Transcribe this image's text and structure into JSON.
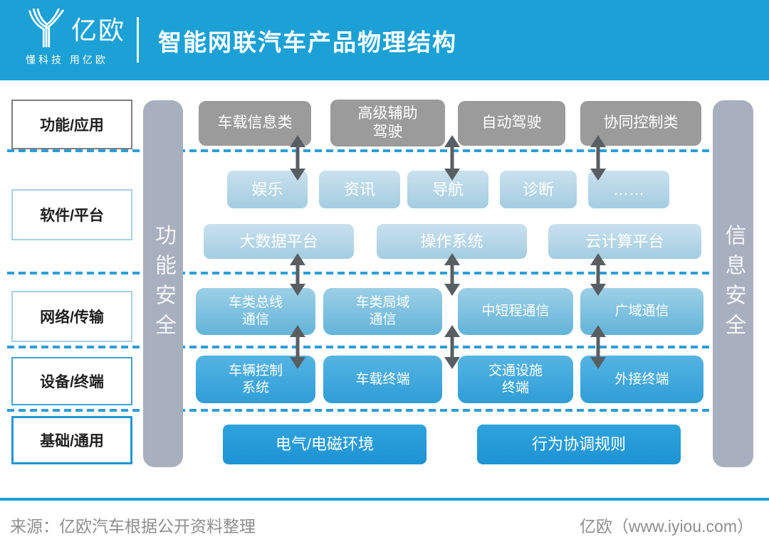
{
  "header": {
    "brand": "亿欧",
    "tagline": "懂科技 用亿欧",
    "title": "智能网联汽车产品物理结构"
  },
  "layers": {
    "l1": "功能/应用",
    "l2": "软件/平台",
    "l3": "网络/传输",
    "l4": "设备/终端",
    "l5": "基础/通用"
  },
  "pillars": {
    "left": "功能安全",
    "right": "信息安全"
  },
  "nodes": {
    "applications": [
      "车载信息类",
      "高级辅助\n驾驶",
      "自动驾驶",
      "协同控制类"
    ],
    "app_functions": [
      "娱乐",
      "资讯",
      "导航",
      "诊断",
      "……"
    ],
    "platforms": [
      "大数据平台",
      "操作系统",
      "云计算平台"
    ],
    "network": [
      "车类总线\n通信",
      "车类局域\n通信",
      "中短程通信",
      "广域通信"
    ],
    "devices": [
      "车辆控制\n系统",
      "车载终端",
      "交通设施\n终端",
      "外接终端"
    ],
    "foundation": [
      "电气/电磁环境",
      "行为协调规则"
    ]
  },
  "footer": {
    "source": "来源：亿欧汽车根据公开资料整理",
    "brand": "亿欧（www.iyiou.com）"
  },
  "colors": {
    "header_bg": "#1BA1D6",
    "application_box": "#9B9B9B",
    "software_box_top": "#C9E1EE",
    "software_box_bottom": "#A3CDE1",
    "network_box_top": "#9DD0E7",
    "network_box_bottom": "#62B3D9",
    "device_box_top": "#55B4E3",
    "device_box_bottom": "#2F9ED7",
    "foundation_box_top": "#2EA3DE",
    "foundation_box_bottom": "#1E93D2",
    "pillar_bg": "#A8AFBE",
    "dashed_line": "#2D9ED8",
    "arrow": "#595E63"
  }
}
